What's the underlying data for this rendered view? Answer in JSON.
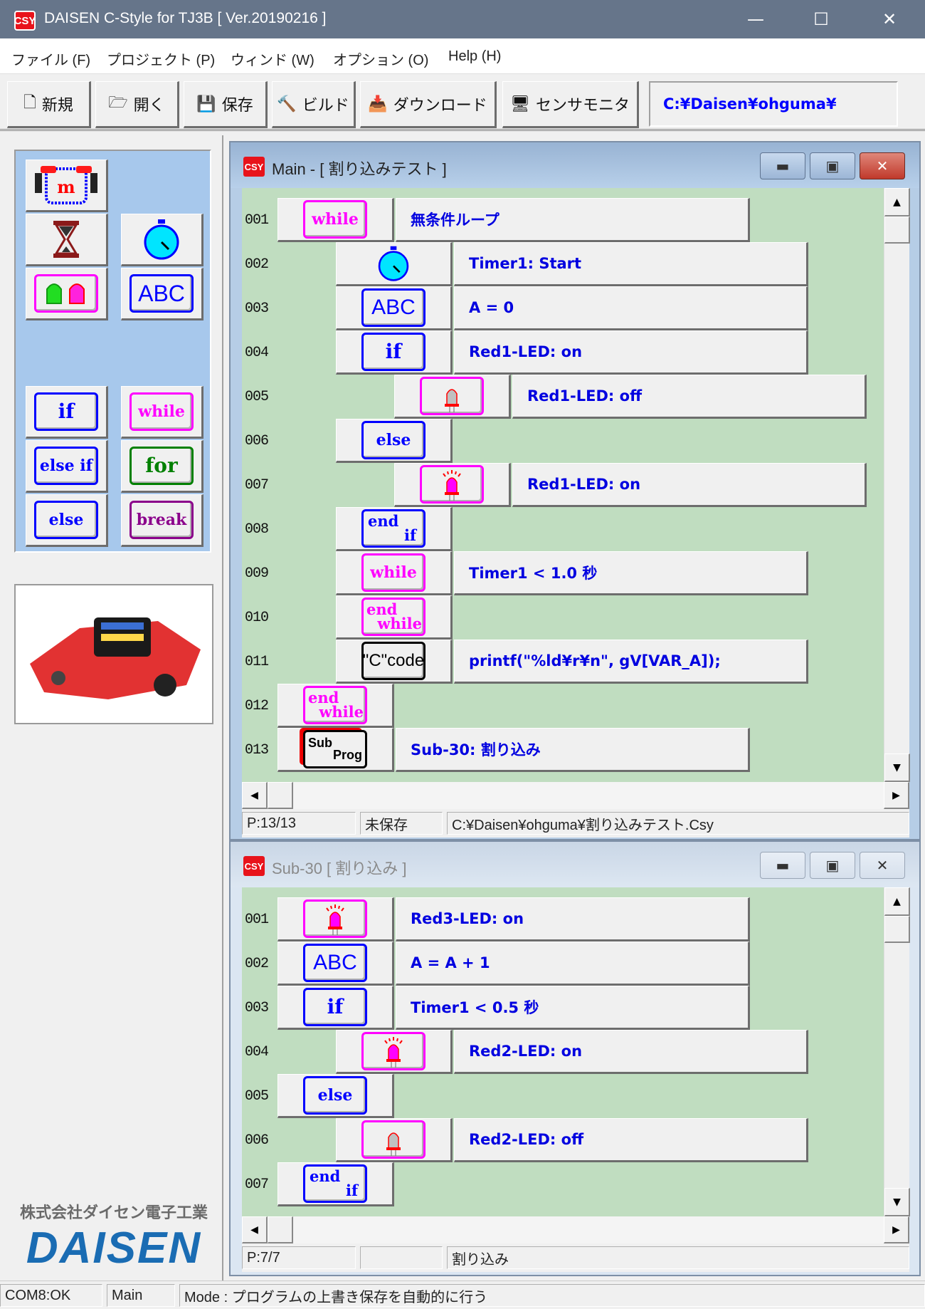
{
  "app": {
    "title": "DAISEN C-Style for TJ3B  [ Ver.20190216 ]",
    "icon_text": "CSY",
    "window_controls": {
      "minimize": "—",
      "maximize": "☐",
      "close": "✕"
    }
  },
  "menu": [
    "ファイル (F)",
    "プロジェクト (P)",
    "ウィンド (W)",
    "オプション (O)",
    "Help (H)"
  ],
  "toolbar": {
    "buttons": [
      {
        "label": "新規",
        "icon": "new-file-icon",
        "glyph": "🗋"
      },
      {
        "label": "開く",
        "icon": "open-folder-icon",
        "glyph": "🗁"
      },
      {
        "label": "保存",
        "icon": "save-disk-icon",
        "glyph": "💾"
      },
      {
        "label": "ビルド",
        "icon": "build-hammer-icon",
        "glyph": "🔨"
      },
      {
        "label": "ダウンロード",
        "icon": "download-icon",
        "glyph": "📥"
      },
      {
        "label": "センサモニタ",
        "icon": "monitor-icon",
        "glyph": "🖥"
      }
    ],
    "path": "C:¥Daisen¥ohguma¥"
  },
  "palette": {
    "blocks": [
      {
        "name": "motor",
        "label": "m",
        "style": "motor"
      },
      {
        "name": "wait",
        "label": "⌛",
        "style": "hourglass"
      },
      {
        "name": "timer",
        "label": "⏱",
        "style": "timer"
      },
      {
        "name": "led",
        "label": "LED",
        "style": "led"
      },
      {
        "name": "variable",
        "label": "ABC",
        "style": "blue"
      },
      {
        "name": "if",
        "label": "if",
        "style": "blue"
      },
      {
        "name": "while",
        "label": "while",
        "style": "pink"
      },
      {
        "name": "else-if",
        "label": "else if",
        "style": "blue"
      },
      {
        "name": "for",
        "label": "for",
        "style": "green"
      },
      {
        "name": "else",
        "label": "else",
        "style": "blue"
      },
      {
        "name": "break",
        "label": "break",
        "style": "purple"
      }
    ]
  },
  "logo": {
    "company_jp": "株式会社ダイセン電子工業",
    "brand": "DAISEN"
  },
  "main_window": {
    "title": "Main - [ 割り込みテスト ]",
    "rows": [
      {
        "no": "001",
        "indent": 0,
        "block": "while",
        "text": "無条件ループ"
      },
      {
        "no": "002",
        "indent": 1,
        "block": "timer",
        "text": "Timer1: Start"
      },
      {
        "no": "003",
        "indent": 1,
        "block": "ABC",
        "text": "A = 0"
      },
      {
        "no": "004",
        "indent": 1,
        "block": "if",
        "text": "Red1-LED: on"
      },
      {
        "no": "005",
        "indent": 2,
        "block": "led-off",
        "text": "Red1-LED: off"
      },
      {
        "no": "006",
        "indent": 1,
        "block": "else",
        "text": ""
      },
      {
        "no": "007",
        "indent": 2,
        "block": "led-on",
        "text": "Red1-LED: on"
      },
      {
        "no": "008",
        "indent": 1,
        "block": "end if",
        "text": ""
      },
      {
        "no": "009",
        "indent": 1,
        "block": "while",
        "text": "Timer1 <  1.0 秒"
      },
      {
        "no": "010",
        "indent": 1,
        "block": "end while",
        "text": ""
      },
      {
        "no": "011",
        "indent": 1,
        "block": "Ccode",
        "text": "printf(\"%ld¥r¥n\", gV[VAR_A]);"
      },
      {
        "no": "012",
        "indent": 0,
        "block": "end while",
        "text": ""
      },
      {
        "no": "013",
        "indent": 0,
        "block": "SubProg",
        "text": "Sub-30: 割り込み"
      }
    ],
    "status": {
      "page": "P:13/13",
      "saved": "未保存",
      "path": "C:¥Daisen¥ohguma¥割り込みテスト.Csy"
    }
  },
  "sub_window": {
    "title": "Sub-30 [ 割り込み ]",
    "rows": [
      {
        "no": "001",
        "indent": 0,
        "block": "led-on",
        "text": "Red3-LED: on"
      },
      {
        "no": "002",
        "indent": 0,
        "block": "ABC",
        "text": "A = A + 1"
      },
      {
        "no": "003",
        "indent": 0,
        "block": "if",
        "text": "Timer1 <  0.5 秒"
      },
      {
        "no": "004",
        "indent": 1,
        "block": "led-on",
        "text": "Red2-LED: on"
      },
      {
        "no": "005",
        "indent": 0,
        "block": "else",
        "text": ""
      },
      {
        "no": "006",
        "indent": 1,
        "block": "led-off",
        "text": "Red2-LED: off"
      },
      {
        "no": "007",
        "indent": 0,
        "block": "end if",
        "text": ""
      }
    ],
    "status": {
      "page": "P:7/7",
      "saved": "",
      "name": "割り込み"
    }
  },
  "statusbar": {
    "port": "COM8:OK",
    "window": "Main",
    "mode": "Mode : プログラムの上書き保存を自動的に行う"
  },
  "colors": {
    "code_bg": "#c0ddc0",
    "palette_bg": "#a7c8ec",
    "keyword_blue": "#0000ff",
    "keyword_pink": "#ff00ff",
    "title_bar": "#66758a"
  }
}
